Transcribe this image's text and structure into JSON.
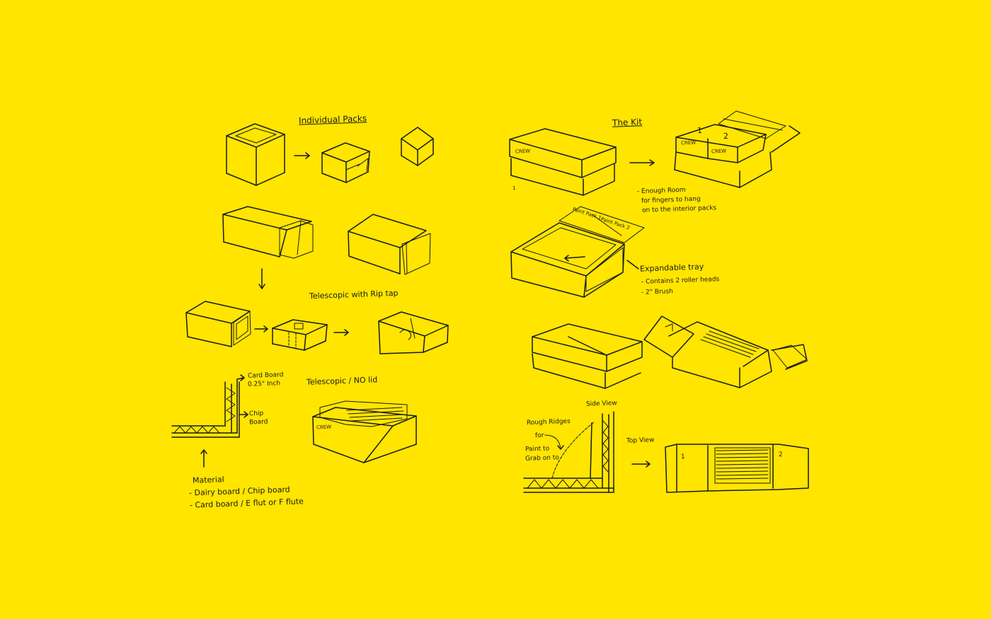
{
  "colors": {
    "background": "#ffe500",
    "ink": "#1a1a1a"
  },
  "left": {
    "title": "Individual Packs",
    "telescopic_rip_tap": "Telescopic with Rip tap",
    "telescopic_no_lid": "Telescopic / NO lid",
    "card_board_label": "Card Board",
    "card_board_size": "0.25\" Inch",
    "chip_board_label": "Chip",
    "chip_board_label2": "Board",
    "crew_mark": "CREW",
    "material_heading": "Material",
    "material_items": [
      "- Dairy board / Chip board",
      "- Card board / E flut or F flute"
    ]
  },
  "right": {
    "title": "The Kit",
    "crew_mark": "CREW",
    "box_number_1": "1",
    "box_number_2": "2",
    "kit_pack_1": "1",
    "kit_pack_2": "2",
    "note_room": [
      "- Enough Room",
      "for fingers to hang",
      "on to the interior packs"
    ],
    "paint_pack_1": "Paint Pack 1",
    "paint_pack_2": "Paint Pack 2",
    "expandable_tray": "Expandable tray",
    "tray_items": [
      "- Contains 2 roller heads",
      "- 2\" Brush"
    ],
    "side_view": "Side View",
    "rough_ridges": "Rough Ridges",
    "for_text": "for",
    "paint_to": "Paint to",
    "grab_on_to": "Grab on to",
    "top_view": "Top View",
    "top_view_1": "1",
    "top_view_2": "2"
  }
}
